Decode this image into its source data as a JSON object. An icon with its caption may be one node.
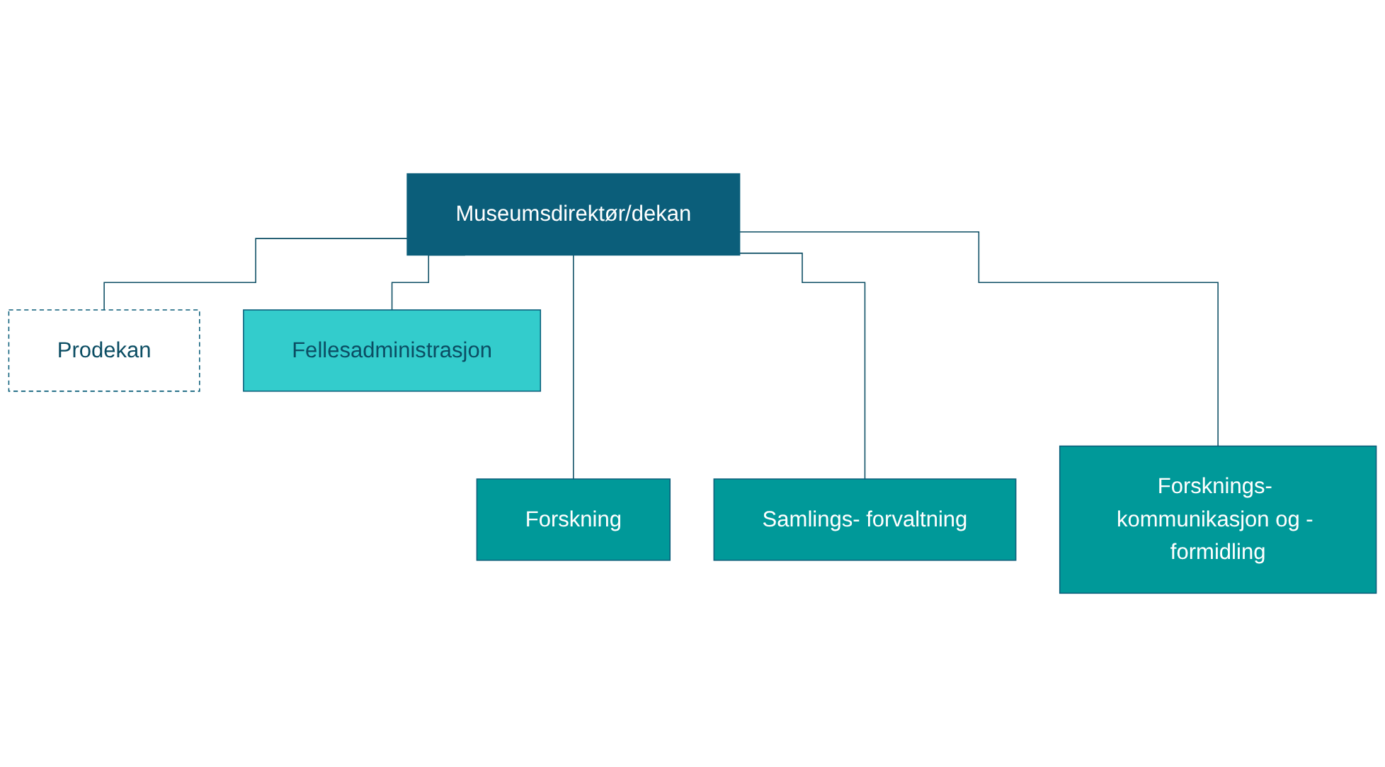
{
  "diagram": {
    "nodes": [
      {
        "text": [
          "Museumsdirektør/dekan"
        ]
      },
      {
        "text": [
          "Prodekan"
        ]
      },
      {
        "text": [
          "Fellesadministrasjon"
        ]
      },
      {
        "text": [
          "Forskning"
        ]
      },
      {
        "text": [
          "Samlings- forvaltning"
        ]
      },
      {
        "text": [
          "Forsknings- kommunikasjon og - formidling"
        ]
      }
    ],
    "edges": [
      {
        "from": 0,
        "to": 1,
        "arrow": "none"
      },
      {
        "from": 0,
        "to": 2,
        "arrow": "none"
      },
      {
        "from": 0,
        "to": 3,
        "arrow": "none"
      },
      {
        "from": 0,
        "to": 4,
        "arrow": "none"
      },
      {
        "from": 0,
        "to": 5,
        "arrow": "none"
      }
    ]
  }
}
